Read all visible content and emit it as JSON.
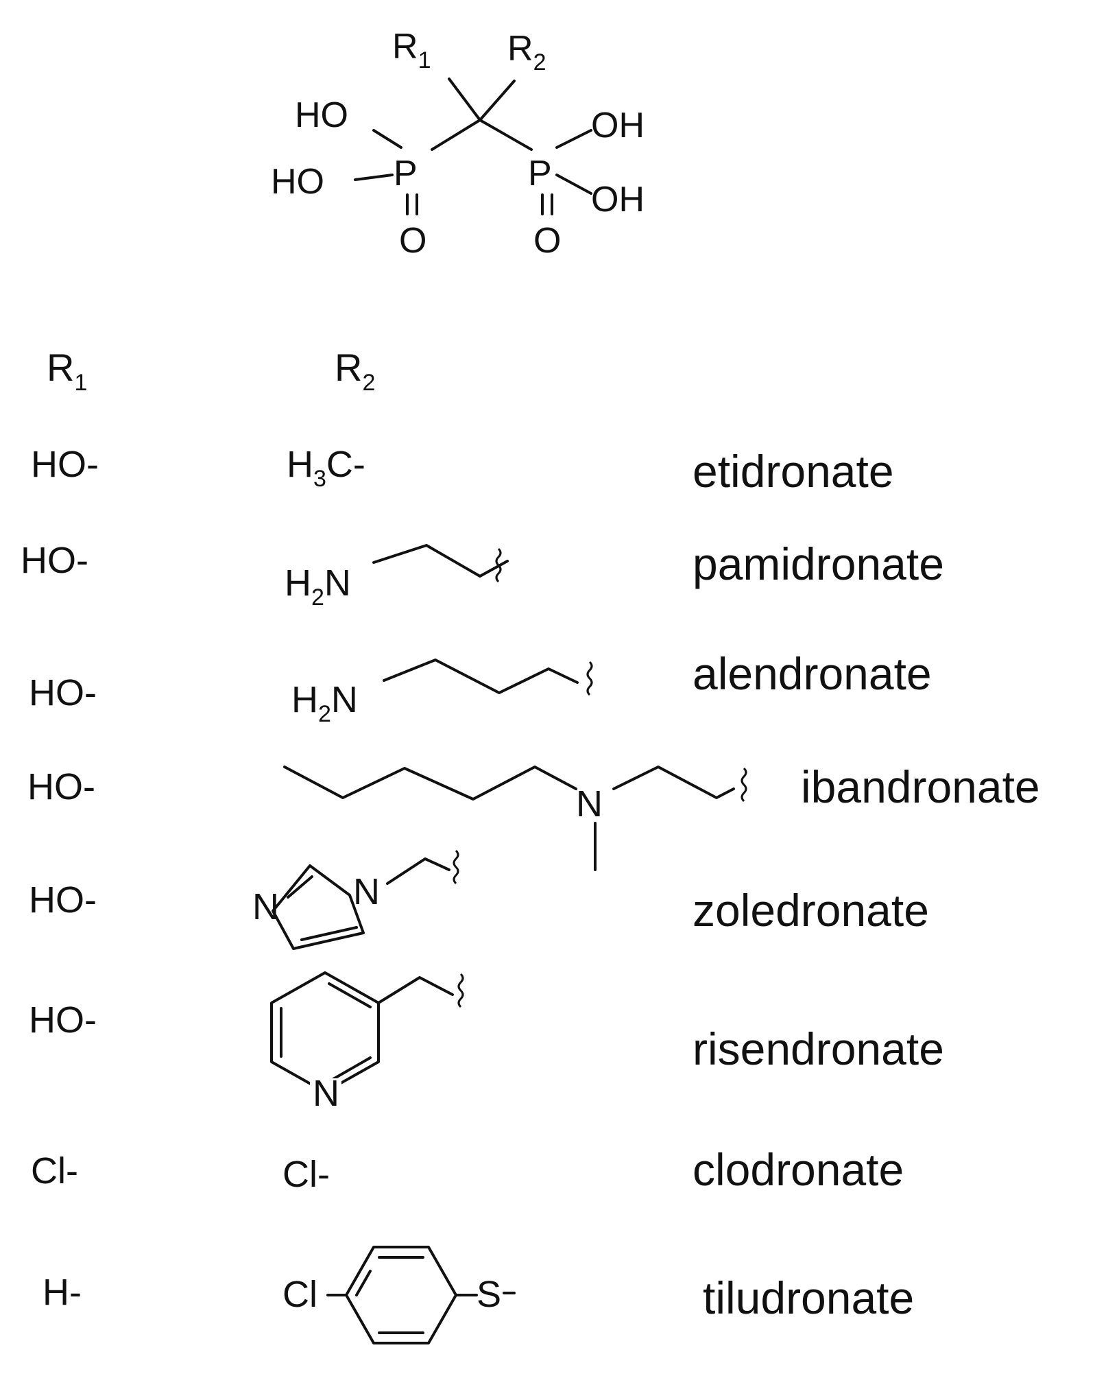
{
  "core": {
    "r1": "R",
    "r1_sub": "1",
    "r2": "R",
    "r2_sub": "2",
    "ho_top": "HO",
    "ho_mid": "HO",
    "p_left": "P",
    "p_right": "P",
    "o_left": "O",
    "o_right": "O",
    "oh_top": "OH",
    "oh_bottom": "OH"
  },
  "headers": {
    "r1": "R",
    "r1_sub": "1",
    "r2": "R",
    "r2_sub": "2"
  },
  "rows": [
    {
      "r1": "HO-",
      "r2_prefix": "H",
      "r2_sub": "3",
      "r2_suffix": "C-",
      "name": "etidronate"
    },
    {
      "r1": "HO-",
      "r2_prefix": "H",
      "r2_sub": "2",
      "r2_suffix": "N",
      "name": "pamidronate"
    },
    {
      "r1": "HO-",
      "r2_prefix": "H",
      "r2_sub": "2",
      "r2_suffix": "N",
      "name": "alendronate"
    },
    {
      "r1": "HO-",
      "r2_atom": "N",
      "name": "ibandronate"
    },
    {
      "r1": "HO-",
      "r2_atom_a": "N",
      "r2_atom_b": "N",
      "name": "zoledronate"
    },
    {
      "r1": "HO-",
      "r2_atom": "N",
      "name": "risendronate"
    },
    {
      "r1": "Cl-",
      "r2_text": "Cl-",
      "name": "clodronate"
    },
    {
      "r1": "H-",
      "r2_left": "Cl",
      "r2_right": "S",
      "name": "tiludronate"
    }
  ]
}
